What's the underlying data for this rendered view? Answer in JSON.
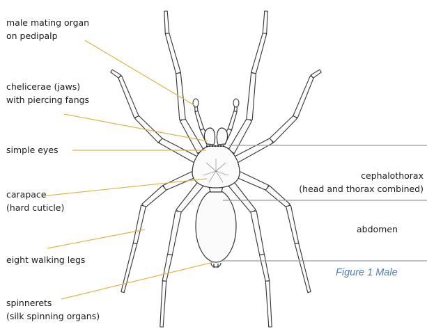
{
  "labels": {
    "pedipalp": [
      "male mating organ",
      "on pedipalp"
    ],
    "chelicerae": [
      "chelicerae (jaws)",
      "with piercing fangs"
    ],
    "eyes": [
      "simple eyes"
    ],
    "carapace": [
      "carapace",
      "(hard cuticle)"
    ],
    "legs": [
      "eight walking legs"
    ],
    "spinnerets": [
      "spinnerets",
      "(silk spinning organs)"
    ],
    "cephalothorax": [
      "cephalothorax",
      "(head and thorax combined)"
    ],
    "abdomen": [
      "abdomen"
    ]
  },
  "caption": "Figure 1 Male",
  "colors": {
    "leader": "#d9b64a",
    "rule": "#9a9a9a",
    "caption": "#4a7fc1",
    "ink": "#333333"
  }
}
